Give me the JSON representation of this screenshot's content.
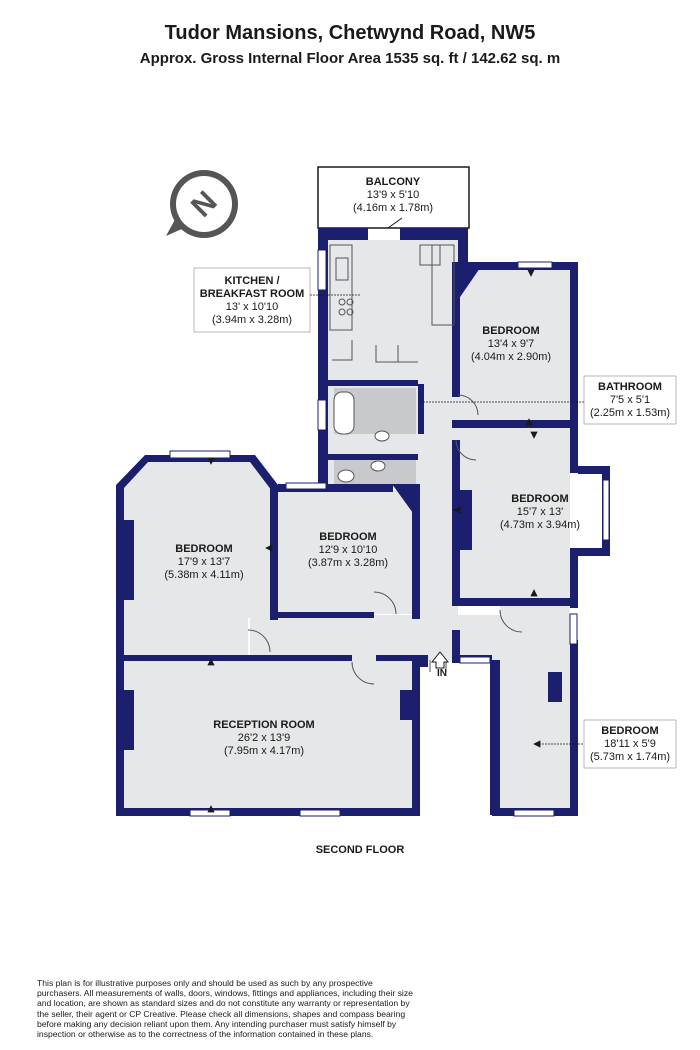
{
  "header": {
    "title": "Tudor Mansions, Chetwynd Road, NW5",
    "subtitle": "Approx. Gross Internal Floor Area 1535 sq. ft / 142.62 sq. m"
  },
  "compass": {
    "letter": "N"
  },
  "rooms": {
    "balcony": {
      "name": "BALCONY",
      "imperial": "13'9 x 5'10",
      "metric": "(4.16m x 1.78m)"
    },
    "kitchen": {
      "name_line1": "KITCHEN /",
      "name_line2": "BREAKFAST ROOM",
      "imperial": "13' x 10'10",
      "metric": "(3.94m x 3.28m)"
    },
    "bedroom_top": {
      "name": "BEDROOM",
      "imperial": "13'4 x 9'7",
      "metric": "(4.04m x 2.90m)"
    },
    "bathroom": {
      "name": "BATHROOM",
      "imperial": "7'5 x 5'1",
      "metric": "(2.25m x 1.53m)"
    },
    "bedroom_right": {
      "name": "BEDROOM",
      "imperial": "15'7 x 13'",
      "metric": "(4.73m x 3.94m)"
    },
    "bedroom_left": {
      "name": "BEDROOM",
      "imperial": "17'9 x 13'7",
      "metric": "(5.38m x 4.11m)"
    },
    "bedroom_mid": {
      "name": "BEDROOM",
      "imperial": "12'9 x 10'10",
      "metric": "(3.87m x 3.28m)"
    },
    "reception": {
      "name": "RECEPTION ROOM",
      "imperial": "26'2 x 13'9",
      "metric": "(7.95m x 4.17m)"
    },
    "bedroom_small": {
      "name": "BEDROOM",
      "imperial": "18'11 x 5'9",
      "metric": "(5.73m x 1.74m)"
    }
  },
  "entrance": {
    "label": "IN"
  },
  "floor": {
    "label": "SECOND FLOOR"
  },
  "disclaimer": "This plan is for illustrative purposes only and should be used as such by any prospective purchasers. All measurements of walls, doors, windows, fittings and appliances, including their size and location, are shown as standard sizes and do not constitute any warranty or representation by the seller, their agent or CP Creative. Please check all dimensions, shapes and compass bearing before making any decision reliant upon them. Any intending purchaser must satisfy himself by inspection or otherwise as to the correctness of the information contained in these plans.",
  "colors": {
    "wall": "#1c1f6e",
    "floor": "#e6e7e8",
    "window": "#ffffff",
    "accent": "#1a1a1a"
  }
}
